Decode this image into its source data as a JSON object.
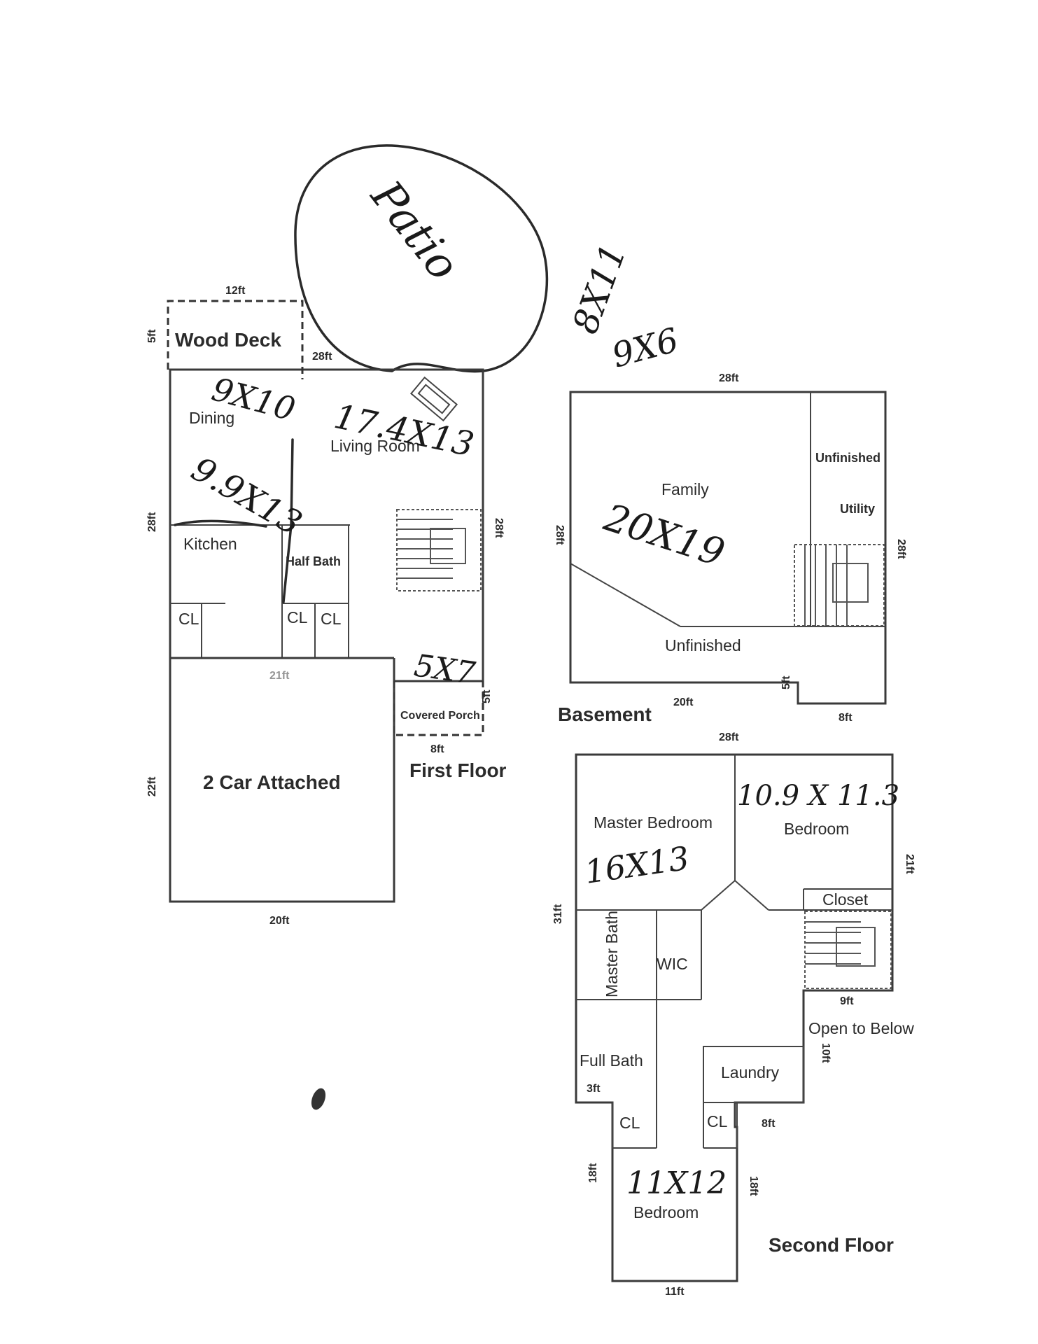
{
  "patio": {
    "label": "Patio"
  },
  "handwritten_top": {
    "line1": "8X11",
    "line2": "9X6"
  },
  "first_floor": {
    "title": "First Floor",
    "rooms": {
      "wood_deck": "Wood Deck",
      "dining": "Dining",
      "living_room": "Living Room",
      "kitchen": "Kitchen",
      "half_bath": "Half Bath",
      "cl_kitchen": "CL",
      "cl_hall_1": "CL",
      "cl_hall_2": "CL",
      "garage": "2 Car Attached",
      "covered_porch": "Covered Porch"
    },
    "handwritten": {
      "dining": "9X10",
      "living": "17.4X13",
      "kitchen": "9.9X13",
      "porch": "5X7"
    },
    "dims": {
      "deck_width": "12ft",
      "deck_depth": "5ft",
      "top_width": "28ft",
      "left_depth": "28ft",
      "right_depth": "28ft",
      "garage_depth": "22ft",
      "garage_width": "20ft",
      "garage_top": "21ft",
      "porch_width": "8ft",
      "porch_depth": "5ft"
    }
  },
  "basement": {
    "title": "Basement",
    "rooms": {
      "family": "Family",
      "unfinished_top": "Unfinished",
      "utility": "Utility",
      "unfinished_bottom": "Unfinished"
    },
    "handwritten": {
      "family": "20X19"
    },
    "dims": {
      "top_width": "28ft",
      "left_depth": "28ft",
      "right_depth": "28ft",
      "bottom_width": "20ft",
      "notch_width": "8ft",
      "notch_depth": "5ft"
    }
  },
  "second_floor": {
    "title": "Second Floor",
    "rooms": {
      "master_bedroom": "Master Bedroom",
      "bedroom_ne": "Bedroom",
      "closet": "Closet",
      "master_bath": "Master Bath",
      "wic": "WIC",
      "full_bath": "Full Bath",
      "laundry": "Laundry",
      "open_to_below": "Open to Below",
      "cl_left": "CL",
      "cl_right": "CL",
      "bedroom_s": "Bedroom"
    },
    "handwritten": {
      "master": "16X13",
      "bedroom_ne": "10.9 X 11.3",
      "bedroom_s": "11X12"
    },
    "dims": {
      "top_width": "28ft",
      "left_depth": "31ft",
      "right_depth": "21ft",
      "step_width": "9ft",
      "step_depth": "10ft",
      "bath_w": "3ft",
      "cl_gap": "8ft",
      "bed_left": "18ft",
      "bed_right": "18ft",
      "bed_bottom": "11ft"
    }
  }
}
